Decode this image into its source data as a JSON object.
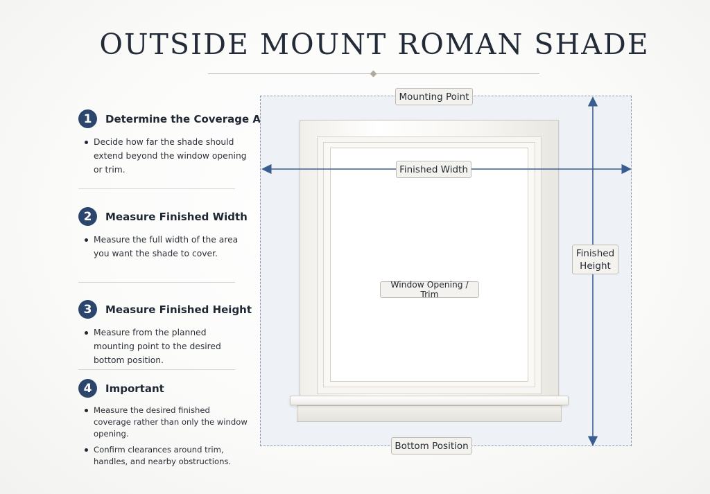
{
  "title": "OUTSIDE MOUNT ROMAN SHADE",
  "steps": [
    {
      "number": "1",
      "title": "Determine the Coverage Area",
      "bullets": [
        "Decide how far the shade should extend beyond the window opening or trim."
      ]
    },
    {
      "number": "2",
      "title": "Measure Finished Width",
      "bullets": [
        "Measure the full width of the area you want the shade to cover."
      ]
    },
    {
      "number": "3",
      "title": "Measure Finished Height",
      "bullets": [
        "Measure from the planned mounting point to the desired bottom position."
      ]
    },
    {
      "number": "4",
      "title": "Important",
      "bullets": [
        "Measure the desired finished coverage rather than only the window opening.",
        "Confirm clearances around trim, handles, and nearby obstructions."
      ]
    }
  ],
  "diagram": {
    "mounting_point": "Mounting Point",
    "finished_width": "Finished Width",
    "finished_height": "Finished Height",
    "window_opening": "Window Opening / Trim",
    "bottom_position": "Bottom Position"
  },
  "colors": {
    "accent_navy": "#2b456c",
    "arrow_blue": "#3a5d91",
    "coverage_fill": "#eef1f5",
    "coverage_border": "#8c99ad"
  }
}
